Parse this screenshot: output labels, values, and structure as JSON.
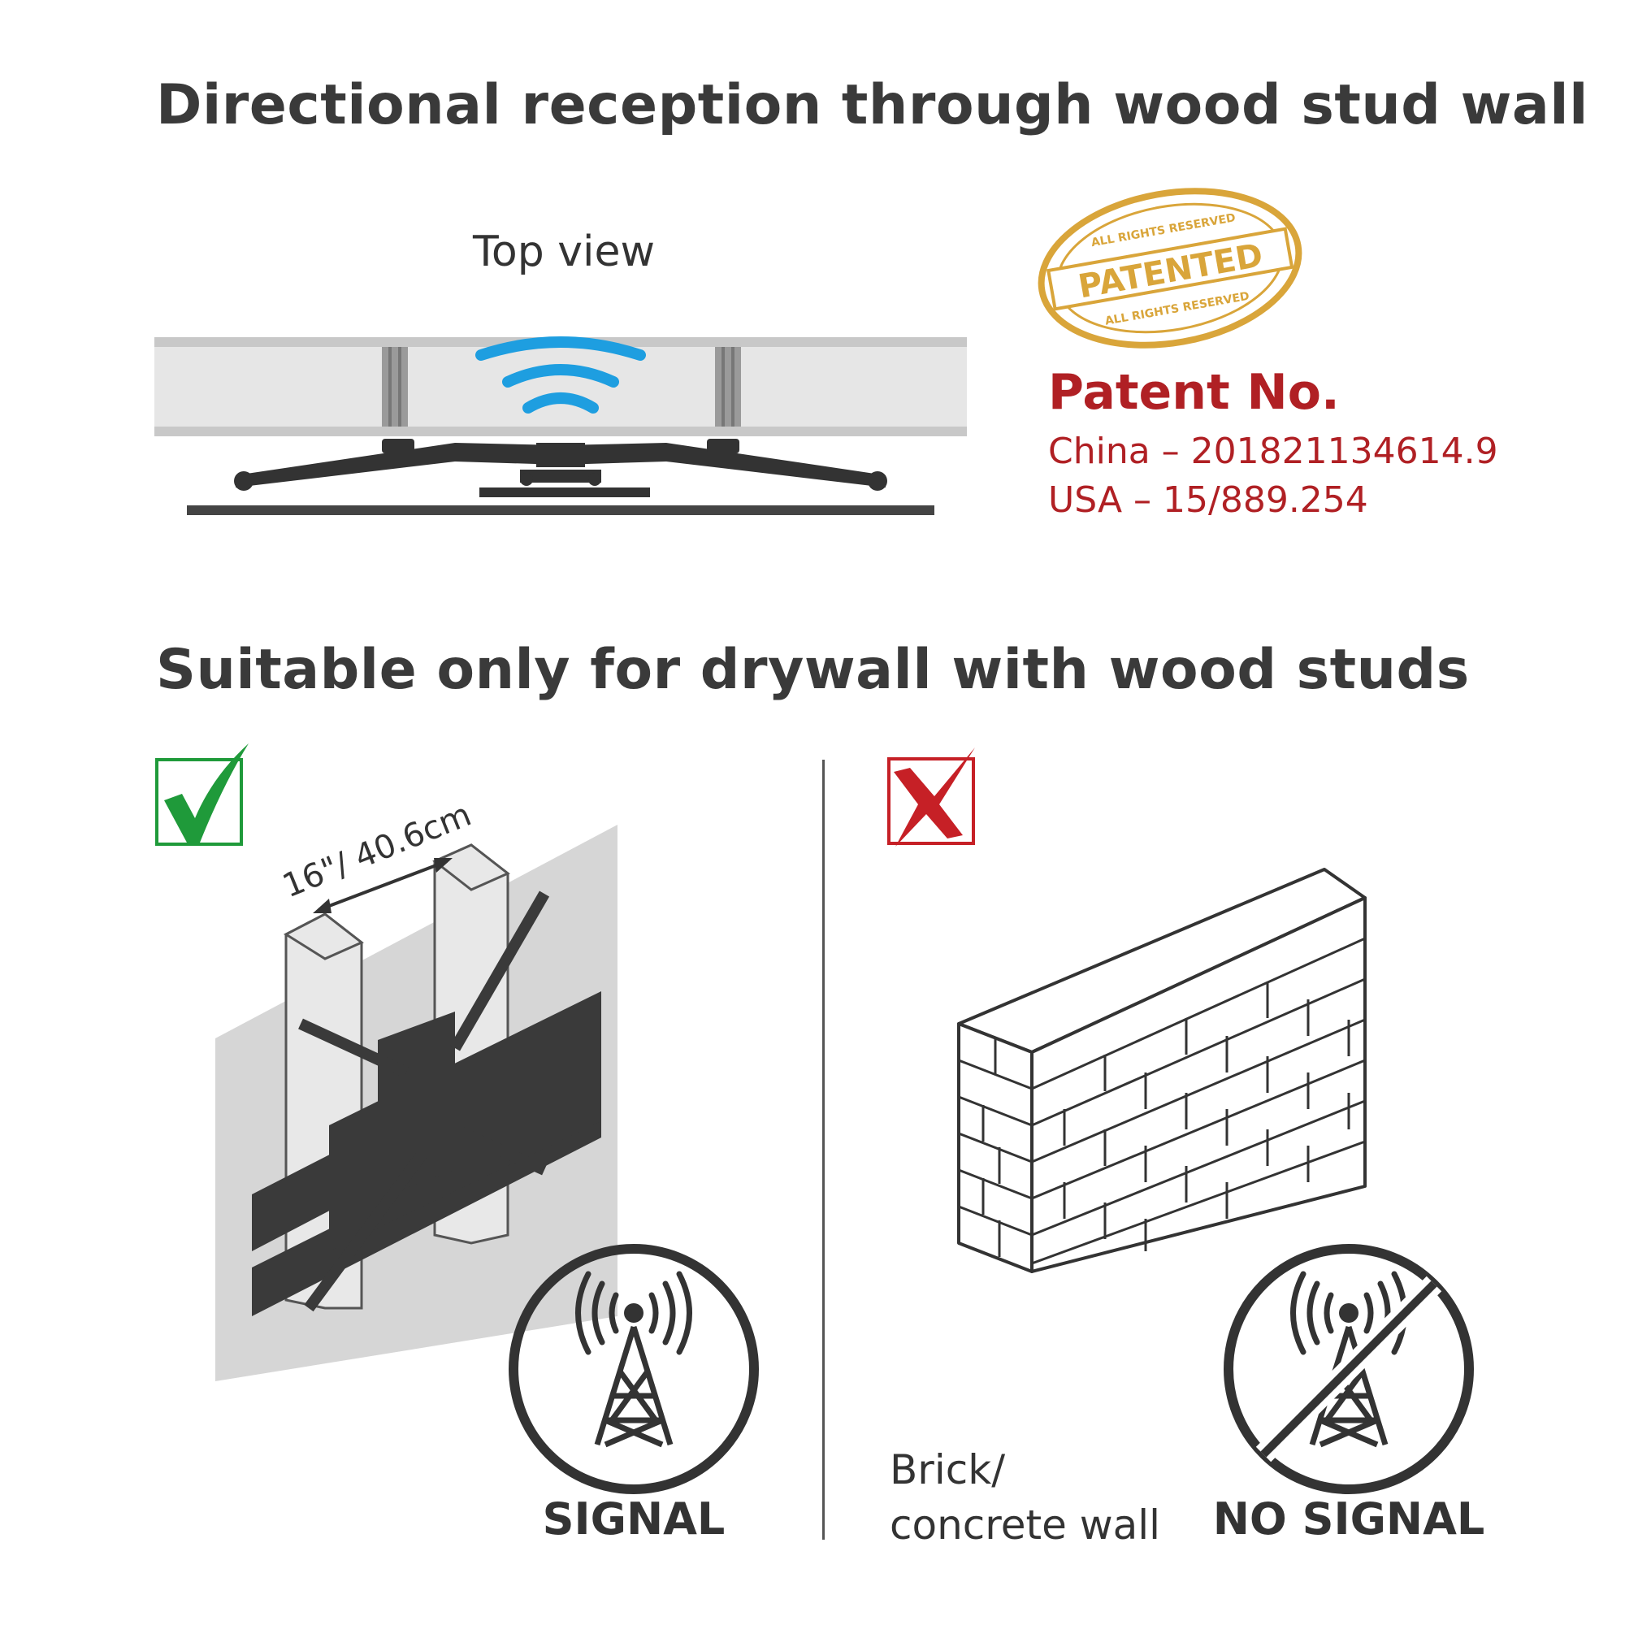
{
  "header": {
    "title": "Directional reception through wood stud wall"
  },
  "top_diagram": {
    "label": "Top view",
    "wave_color": "#1e9ee0",
    "icons": [
      "wifi-signal-icon"
    ]
  },
  "stamp": {
    "main": "PATENTED",
    "ring_top": "ALL RIGHTS RESERVED",
    "ring_bottom": "ALL RIGHTS RESERVED",
    "color": "#d9a53a"
  },
  "patent": {
    "title": "Patent No.",
    "china": "China – 201821134614.9",
    "usa": "USA – 15/889.254",
    "color": "#b02024"
  },
  "section2": {
    "title": "Suitable only for drywall with wood studs"
  },
  "left_panel": {
    "check_icon": "green-check-icon",
    "check_color": "#1f9a3a",
    "dimension": "16\"/ 40.6cm",
    "signal_label": "SIGNAL",
    "signal_icon": "antenna-tower-icon"
  },
  "right_panel": {
    "cross_icon": "red-cross-icon",
    "cross_color": "#c62026",
    "wall_label_line1": "Brick/",
    "wall_label_line2": "concrete wall",
    "signal_label": "NO SIGNAL",
    "signal_icon": "no-signal-tower-icon"
  }
}
